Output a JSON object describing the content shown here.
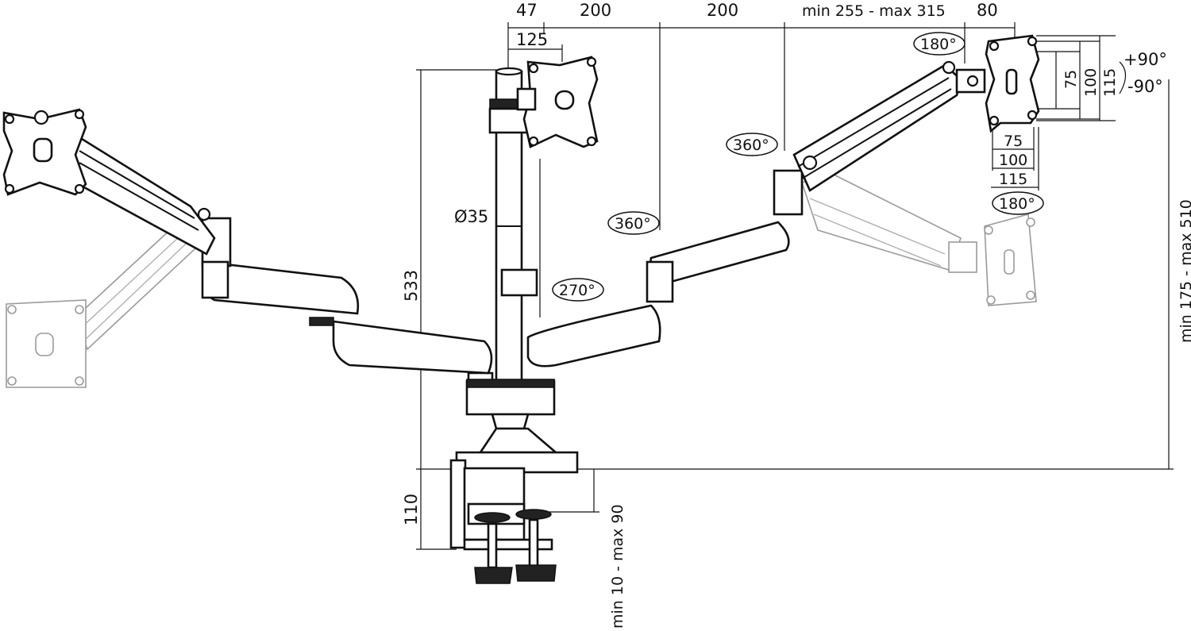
{
  "dimensions": {
    "top_47": "47",
    "top_200_a": "200",
    "top_200_b": "200",
    "top_range": "min 255 - max 315",
    "top_80": "80",
    "top_125": "125",
    "height_533": "533",
    "pole_diameter": "Ø35",
    "clamp_height_110": "110",
    "clamp_range": "min 10 - max 90",
    "height_range": "min 175 - max 510",
    "vesa_h_75": "75",
    "vesa_h_100": "100",
    "vesa_h_115": "115",
    "vesa_v_75": "75",
    "vesa_v_100": "100",
    "vesa_v_115": "115",
    "tilt_plus": "+90°",
    "tilt_minus": "-90°"
  },
  "rotations": {
    "rot_180_top": "180°",
    "rot_360_right": "360°",
    "rot_360_mid": "360°",
    "rot_270": "270°",
    "rot_180_bottom": "180°"
  }
}
